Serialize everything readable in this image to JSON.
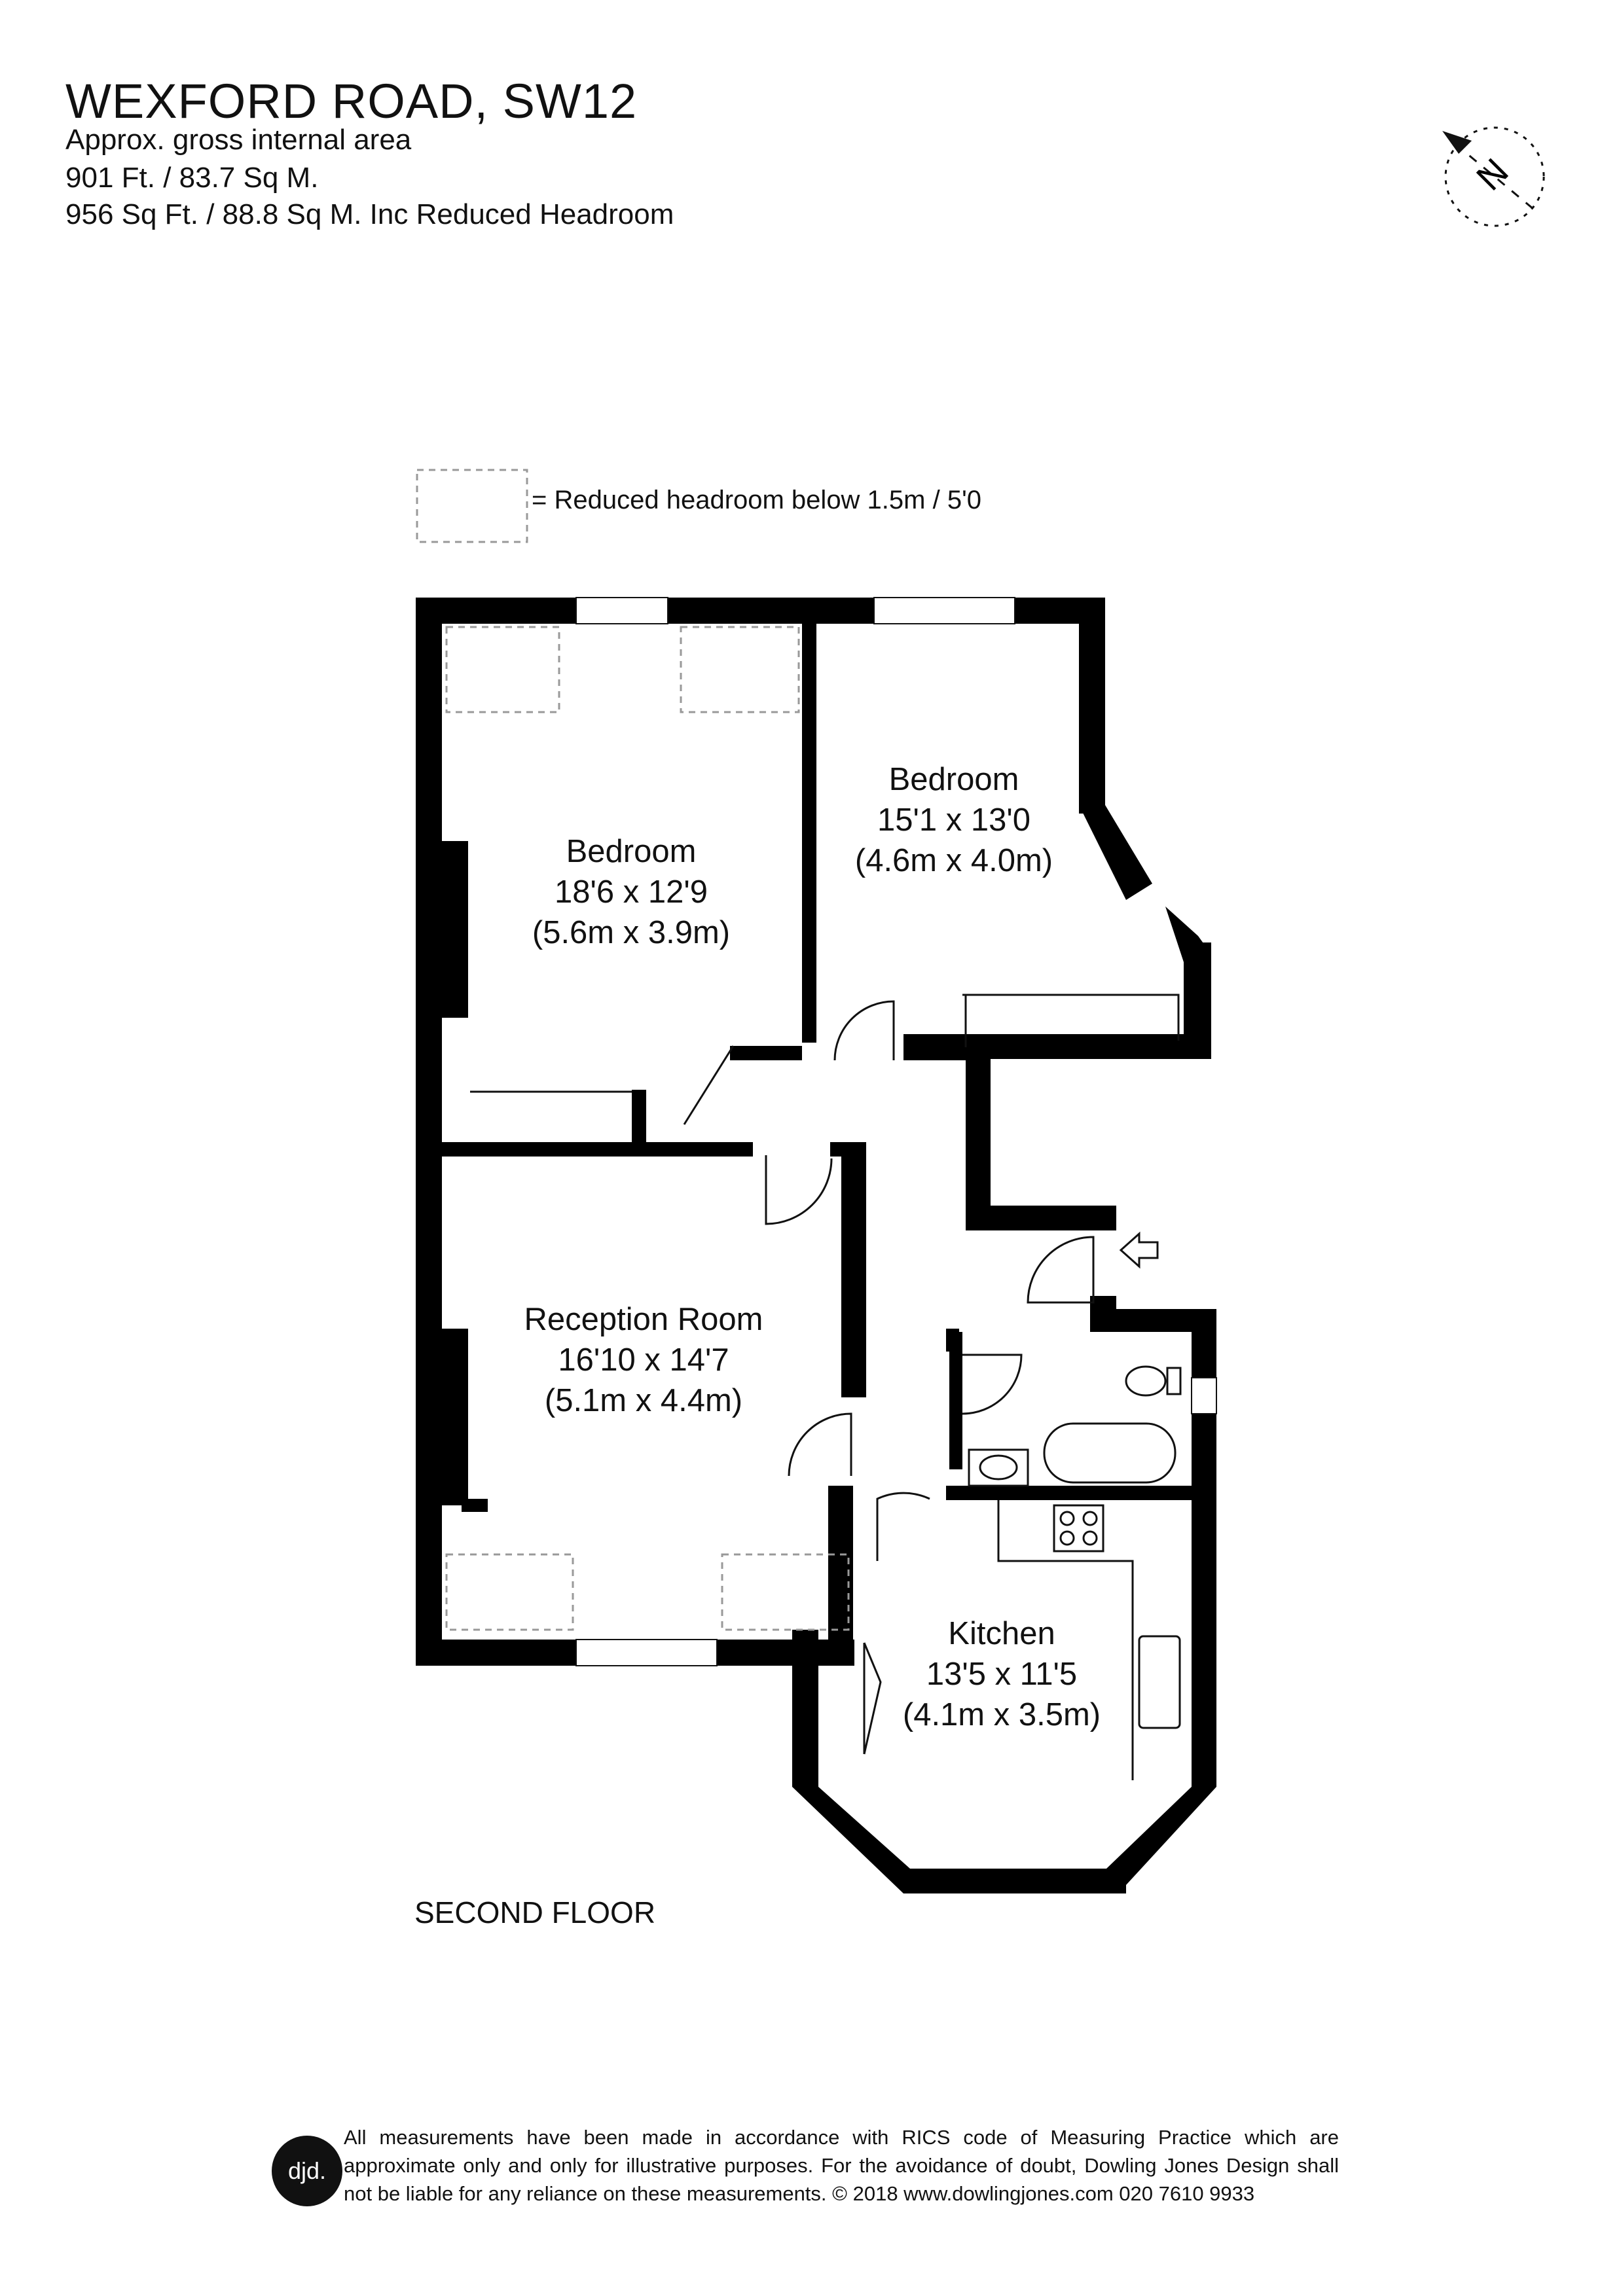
{
  "header": {
    "title": "WEXFORD ROAD,  SW12",
    "line1": "Approx. gross internal area",
    "line2": "901 Ft. / 83.7 Sq M.",
    "line3": "956 Sq Ft. / 88.8 Sq M. Inc Reduced Headroom"
  },
  "compass": {
    "letter": "N"
  },
  "legend": {
    "text": "= Reduced headroom below 1.5m / 5'0"
  },
  "rooms": [
    {
      "name": "Bedroom",
      "size_imperial": "18'6 x 12'9",
      "size_metric": "(5.6m x 3.9m)"
    },
    {
      "name": "Bedroom",
      "size_imperial": "15'1 x 13'0",
      "size_metric": "(4.6m x 4.0m)"
    },
    {
      "name": "Reception Room",
      "size_imperial": "16'10 x 14'7",
      "size_metric": "(5.1m x 4.4m)"
    },
    {
      "name": "Kitchen",
      "size_imperial": "13'5 x 11'5",
      "size_metric": "(4.1m x 3.5m)"
    }
  ],
  "floor_label": "SECOND FLOOR",
  "footer": {
    "logo": "djd.",
    "disclaimer": "All measurements have been made in accordance with RICS code of Measuring Practice which are approximate only and only for illustrative purposes. For the avoidance of doubt, Dowling Jones Design shall not be liable for any reliance on these measurements. © 2018 www.dowlingjones.com 020 7610 9933"
  }
}
